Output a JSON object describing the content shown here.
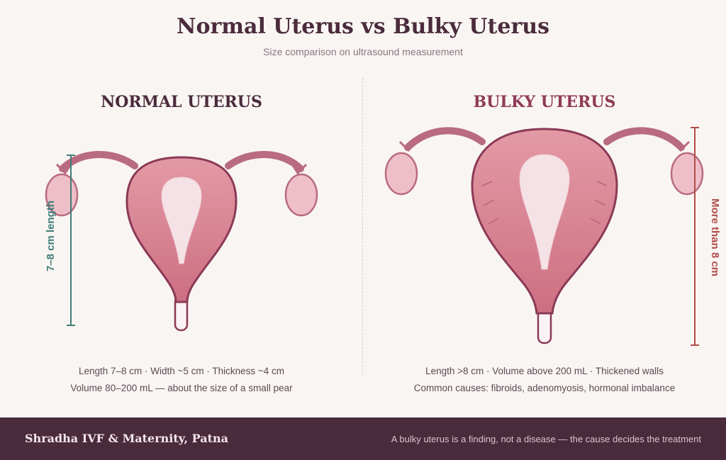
{
  "header": {
    "title": "Normal Uterus vs Bulky Uterus",
    "subtitle": "Size comparison on ultrasound measurement"
  },
  "normal": {
    "heading": "NORMAL UTERUS",
    "measure_label": "7–8 cm length",
    "caption_line1": "Length 7–8 cm · Width ~5 cm · Thickness ~4 cm",
    "caption_line2": "Volume 80–200 mL — about the size of a small pear"
  },
  "bulky": {
    "heading": "BULKY UTERUS",
    "measure_label": "More than 8 cm",
    "caption_line1": "Length >8 cm · Volume above 200 mL · Thickened walls",
    "caption_line2": "Common causes: fibroids, adenomyosis, hormonal imbalance"
  },
  "footer": {
    "brand": "Shradha IVF & Maternity, Patna",
    "note": "A bulky uterus is a finding, not a disease — the cause decides the treatment"
  },
  "colors": {
    "teal_measure": "#3f7d78",
    "red_measure": "#b14d4a",
    "uterus_fill": "#d9808e",
    "outline": "#8a3a56",
    "cavity": "#f4e2e6",
    "ovary": "#eebfc8"
  }
}
